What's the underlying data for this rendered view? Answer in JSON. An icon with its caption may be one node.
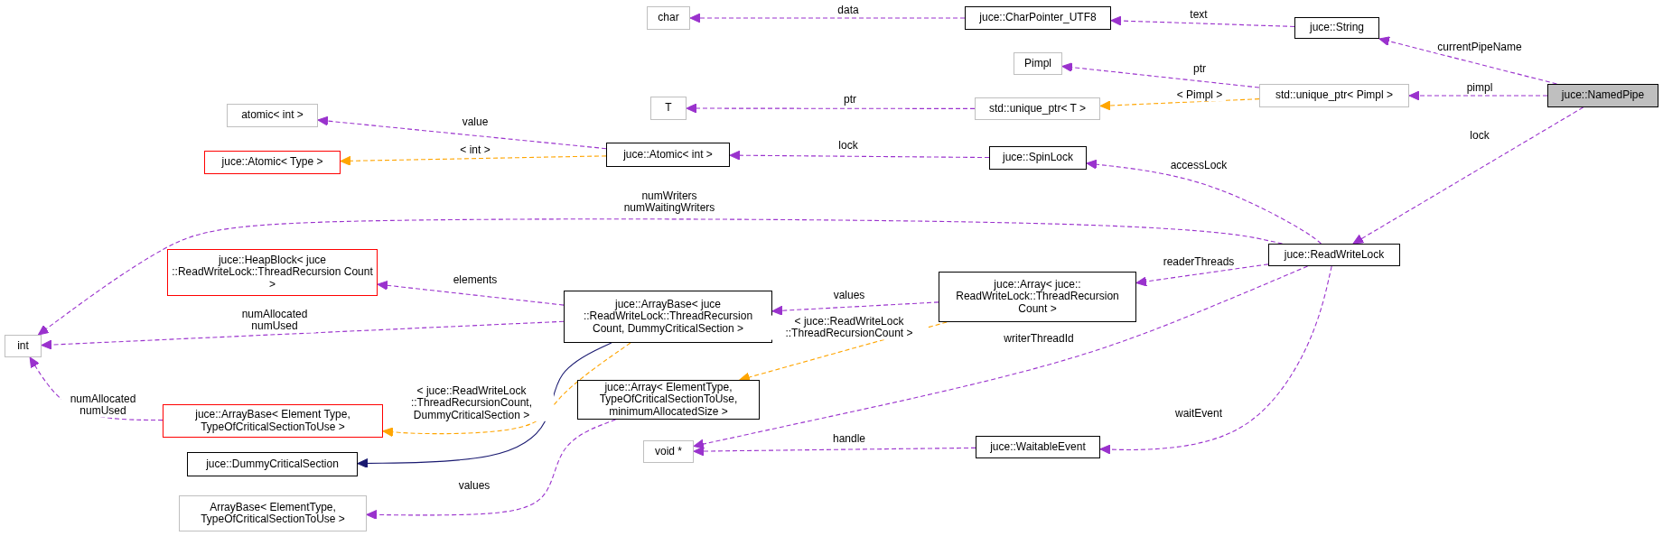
{
  "diagram": {
    "nodes": [
      {
        "text": [
          "char"
        ]
      },
      {
        "text": [
          "juce::CharPointer_UTF8"
        ]
      },
      {
        "text": [
          "juce::String"
        ]
      },
      {
        "text": [
          "Pimpl"
        ]
      },
      {
        "text": [
          "T"
        ]
      },
      {
        "text": [
          "std::unique_ptr< Pimpl >"
        ]
      },
      {
        "text": [
          "juce::NamedPipe"
        ]
      },
      {
        "text": [
          "std::unique_ptr< T >"
        ]
      },
      {
        "text": [
          "atomic< int >"
        ]
      },
      {
        "text": [
          "juce::Atomic< Type >"
        ]
      },
      {
        "text": [
          "juce::Atomic< int >"
        ]
      },
      {
        "text": [
          "juce::SpinLock"
        ]
      },
      {
        "text": [
          "juce::HeapBlock< juce ::ReadWriteLock::ThreadRecursion Count >"
        ]
      },
      {
        "text": [
          "juce::ReadWriteLock"
        ]
      },
      {
        "text": [
          "int"
        ]
      },
      {
        "text": [
          "juce::ArrayBase< juce ::ReadWriteLock::ThreadRecursion Count, DummyCriticalSection >"
        ]
      },
      {
        "text": [
          "juce::Array< juce:: ReadWriteLock::ThreadRecursion Count >"
        ]
      },
      {
        "text": [
          "juce::ArrayBase< Element Type, TypeOfCriticalSectionToUse >"
        ]
      },
      {
        "text": [
          "juce::Array< ElementType, TypeOfCriticalSectionToUse, minimumAllocatedSize >"
        ]
      },
      {
        "text": [
          "void *"
        ]
      },
      {
        "text": [
          "juce::DummyCriticalSection"
        ]
      },
      {
        "text": [
          "juce::WaitableEvent"
        ]
      },
      {
        "text": [
          "ArrayBase< ElementType, TypeOfCriticalSectionToUse >"
        ]
      }
    ],
    "edges": [
      {
        "from": 1,
        "to": 0,
        "arrow": "to",
        "label": "data",
        "style": "dashed"
      },
      {
        "from": 2,
        "to": 1,
        "arrow": "to",
        "label": "text",
        "style": "dashed"
      },
      {
        "from": 6,
        "to": 2,
        "arrow": "to",
        "label": "currentPipeName",
        "style": "dashed"
      },
      {
        "from": 5,
        "to": 3,
        "arrow": "to",
        "label": "ptr",
        "style": "dashed"
      },
      {
        "from": 5,
        "to": 7,
        "arrow": "to",
        "label": "< Pimpl >",
        "style": "dashed",
        "color": "#ffa500"
      },
      {
        "from": 6,
        "to": 5,
        "arrow": "to",
        "label": "pimpl",
        "style": "dashed"
      },
      {
        "from": 7,
        "to": 4,
        "arrow": "to",
        "label": "ptr",
        "style": "dashed"
      },
      {
        "from": 10,
        "to": 8,
        "arrow": "to",
        "label": "value",
        "style": "dashed"
      },
      {
        "from": 10,
        "to": 9,
        "arrow": "to",
        "label": "< int >",
        "style": "dashed",
        "color": "#ffa500"
      },
      {
        "from": 11,
        "to": 10,
        "arrow": "to",
        "label": "lock",
        "style": "dashed"
      },
      {
        "from": 13,
        "to": 11,
        "arrow": "to",
        "label": "accessLock",
        "style": "dashed"
      },
      {
        "from": 6,
        "to": 13,
        "arrow": "to",
        "label": "lock",
        "style": "dashed"
      },
      {
        "from": 13,
        "to": 14,
        "arrow": "to",
        "label": "numWriters numWaitingWriters",
        "style": "dashed"
      },
      {
        "from": 15,
        "to": 12,
        "arrow": "to",
        "label": "elements",
        "style": "dashed"
      },
      {
        "from": 15,
        "to": 14,
        "arrow": "to",
        "label": "numAllocated numUsed",
        "style": "dashed"
      },
      {
        "from": 16,
        "to": 15,
        "arrow": "to",
        "label": "values",
        "style": "dashed"
      },
      {
        "from": 13,
        "to": 16,
        "arrow": "to",
        "label": "readerThreads",
        "style": "dashed"
      },
      {
        "from": 17,
        "to": 14,
        "arrow": "to",
        "label": "numAllocated numUsed",
        "style": "dashed"
      },
      {
        "from": 15,
        "to": 17,
        "arrow": "to",
        "label": "< juce::ReadWriteLock ::ThreadRecursionCount, DummyCriticalSection >",
        "style": "dashed",
        "color": "#ffa500"
      },
      {
        "from": 16,
        "to": 18,
        "arrow": "to",
        "label": "< juce::ReadWriteLock ::ThreadRecursionCount >",
        "style": "dashed",
        "color": "#ffa500"
      },
      {
        "from": 13,
        "to": 19,
        "arrow": "to",
        "label": "writerThreadId",
        "style": "dashed"
      },
      {
        "from": 15,
        "to": 20,
        "arrow": "to",
        "color": "#191970"
      },
      {
        "from": 21,
        "to": 19,
        "arrow": "to",
        "label": "handle",
        "style": "dashed"
      },
      {
        "from": 13,
        "to": 21,
        "arrow": "to",
        "label": "waitEvent",
        "style": "dashed"
      },
      {
        "from": 18,
        "to": 22,
        "arrow": "to",
        "label": "values",
        "style": "dashed"
      }
    ]
  }
}
